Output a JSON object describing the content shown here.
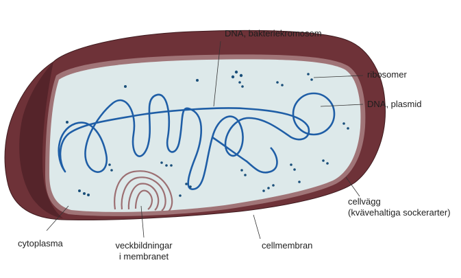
{
  "labels": {
    "dna_chromosome": "DNA, bakteriekromosom",
    "ribosomes": "ribosomer",
    "dna_plasmid": "DNA, plasmid",
    "cell_wall_line1": "cellvägg",
    "cell_wall_line2": "(kvävehaltiga sockerarter)",
    "cytoplasm": "cytoplasma",
    "membrane_folds_line1": "veckbildningar",
    "membrane_folds_line2": "i membranet",
    "cell_membrane": "cellmembran"
  },
  "colors": {
    "cell_wall_outer": "#6e3238",
    "cell_wall_dark": "#4a1e23",
    "membrane": "#9c6f72",
    "cytoplasm": "#dde9ea",
    "dna": "#1f5ea6",
    "ribosome": "#1a4f7a",
    "leader_line": "#333333"
  },
  "icons": {
    "bacterial_cell": "bacterium-cross-section",
    "chromosome": "coiled-dna-strand",
    "plasmid": "dna-ring",
    "ribosome": "ribosome-dot",
    "mesosome": "membrane-fold"
  }
}
